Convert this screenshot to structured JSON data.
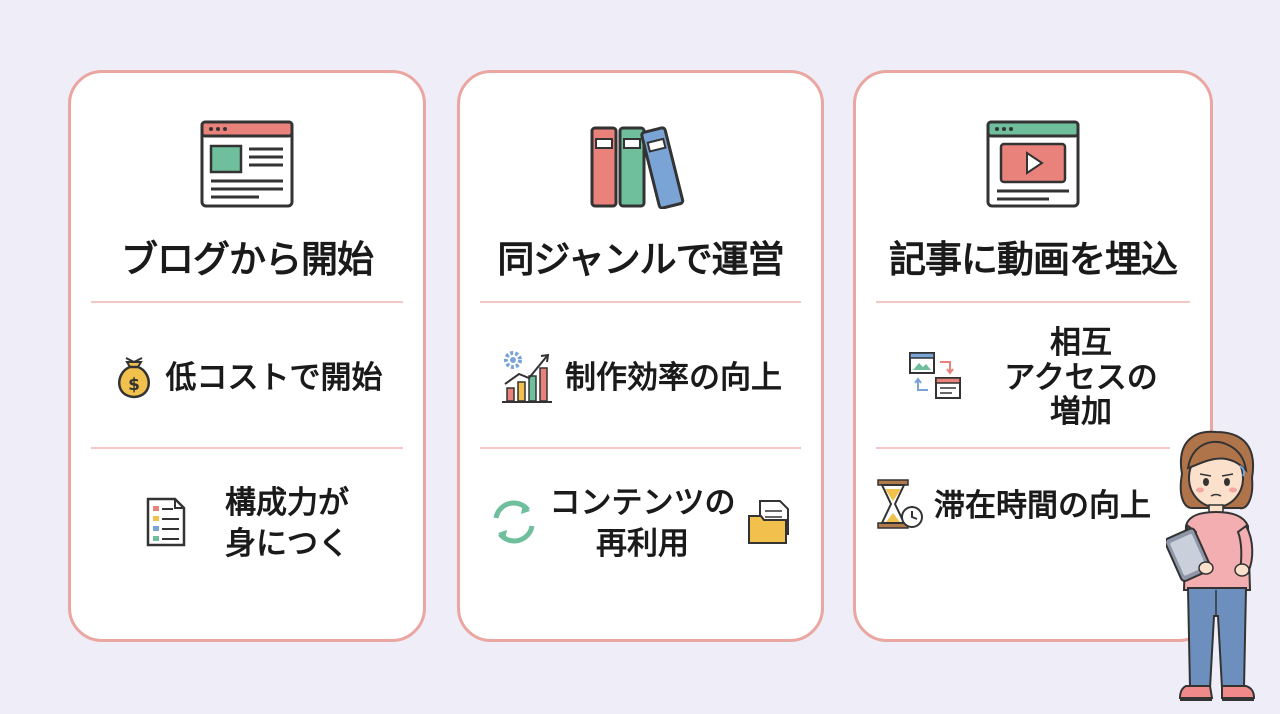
{
  "cards": [
    {
      "title": "ブログから開始",
      "features": [
        {
          "lines": [
            "低コストで開始"
          ],
          "icon": "money-bag-icon"
        },
        {
          "lines": [
            "構成力が",
            "身につく"
          ],
          "icon": "checklist-document-icon"
        }
      ],
      "icon": "web-page-icon"
    },
    {
      "title": "同ジャンルで運営",
      "features": [
        {
          "lines": [
            "制作効率の向上"
          ],
          "icon": "growth-chart-gear-icon"
        },
        {
          "lines": [
            "コンテンツの",
            "再利用"
          ],
          "icon": "recycle-arrows-icon"
        }
      ],
      "icon": "binders-icon"
    },
    {
      "title": "記事に動画を埋込",
      "features": [
        {
          "lines": [
            "相互",
            "アクセスの",
            "増加"
          ],
          "icon": "linked-pages-icon"
        },
        {
          "lines": [
            "滞在時間の向上"
          ],
          "icon": "hourglass-clock-icon"
        }
      ],
      "icon": "video-page-icon"
    }
  ],
  "colors": {
    "background": "#efeef8",
    "card_border": "#eaa6a0",
    "divider": "#f1c8c3",
    "red": "#e8827b",
    "green": "#6fbf9c",
    "blue": "#7ba4d6"
  }
}
